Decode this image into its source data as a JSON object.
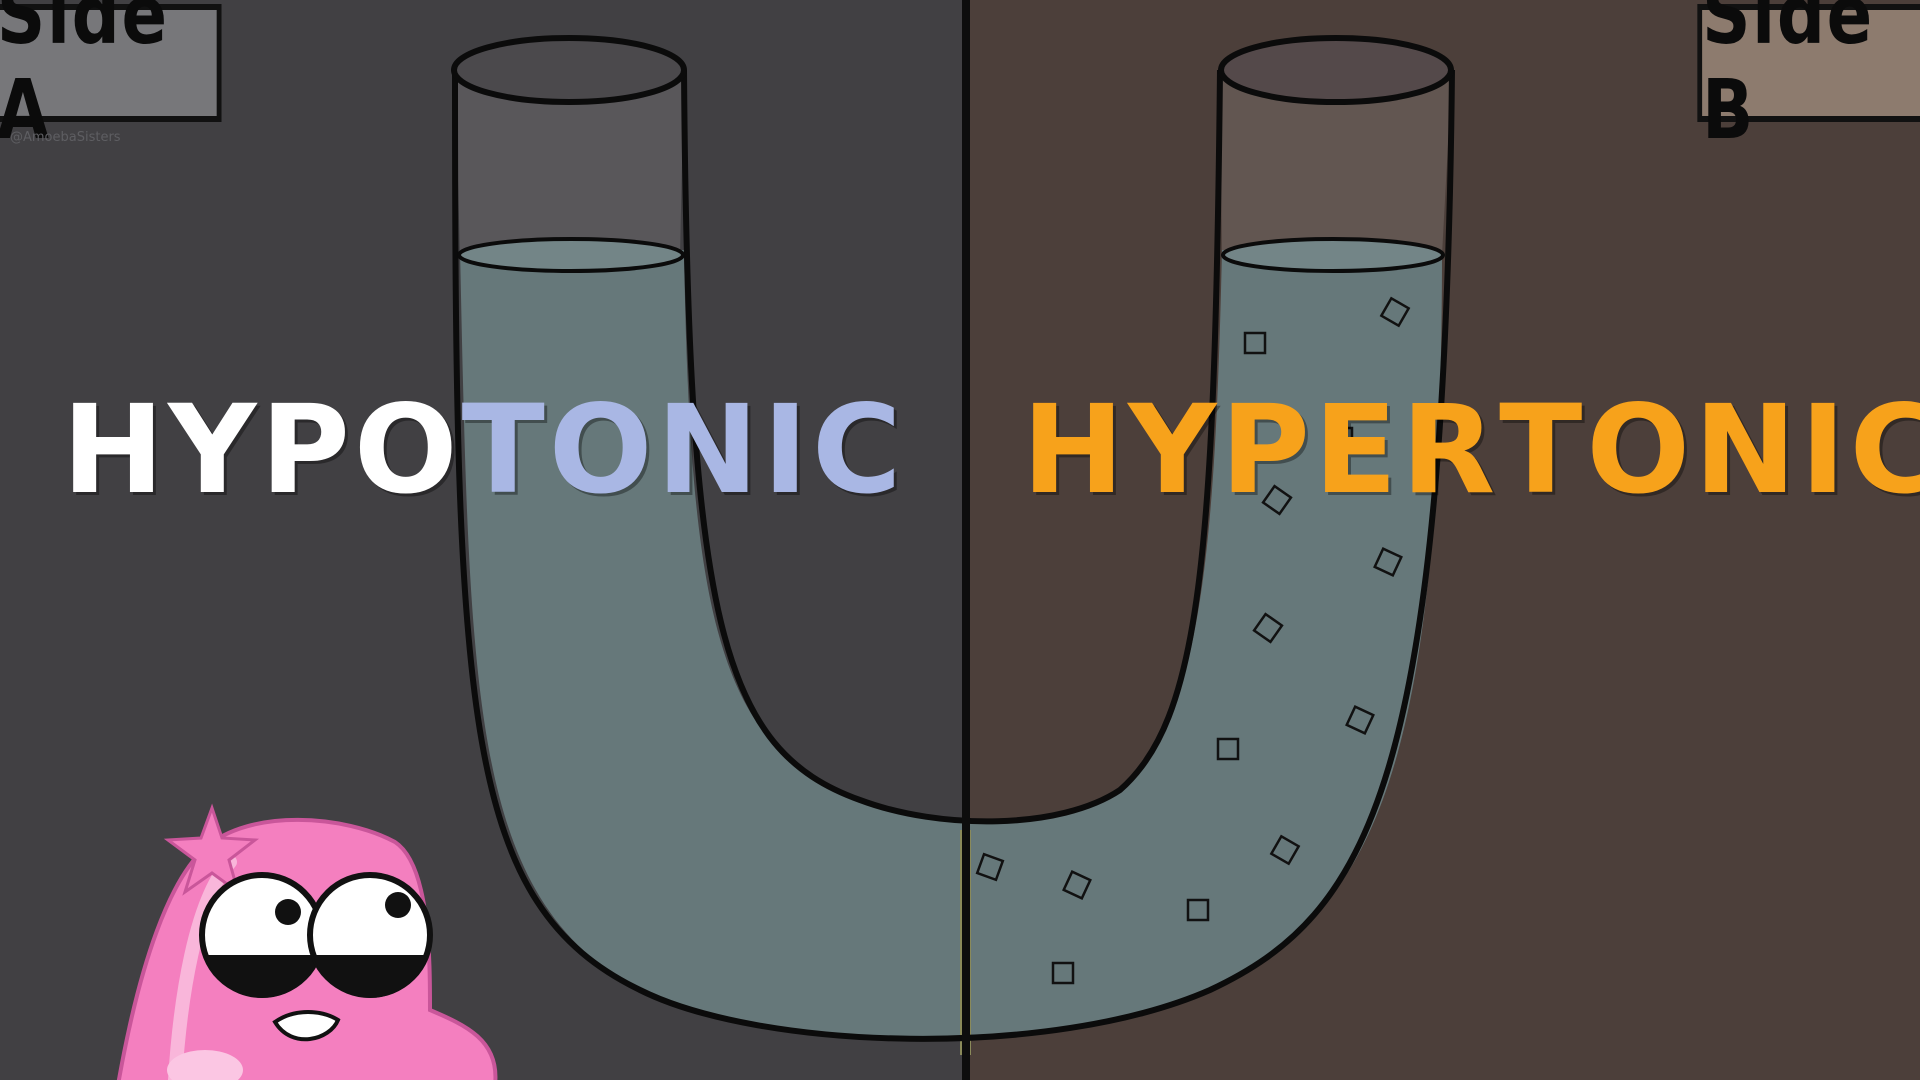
{
  "labels": {
    "side_a": "Side A",
    "side_b": "Side B",
    "credit": "@AmoebaSisters"
  },
  "terms": {
    "hypo_prefix": "HYPO",
    "hypo_suffix": "TONIC",
    "hyper_prefix": "HYPER",
    "hyper_suffix": "TONIC"
  },
  "colors": {
    "side_a_background": "#414043",
    "side_b_background": "#4c3f3a",
    "water": "#66787a",
    "membrane": "#8a8a5a",
    "hypo_prefix": "#ffffff",
    "hypo_suffix": "#a9b7e4",
    "hyper_prefix": "#f7a21b",
    "hyper_suffix": "#f7a21b",
    "amoeba": "#f47fbf"
  },
  "icons": [
    "amoeba-character-icon",
    "star-icon",
    "solute-particle-icon"
  ]
}
